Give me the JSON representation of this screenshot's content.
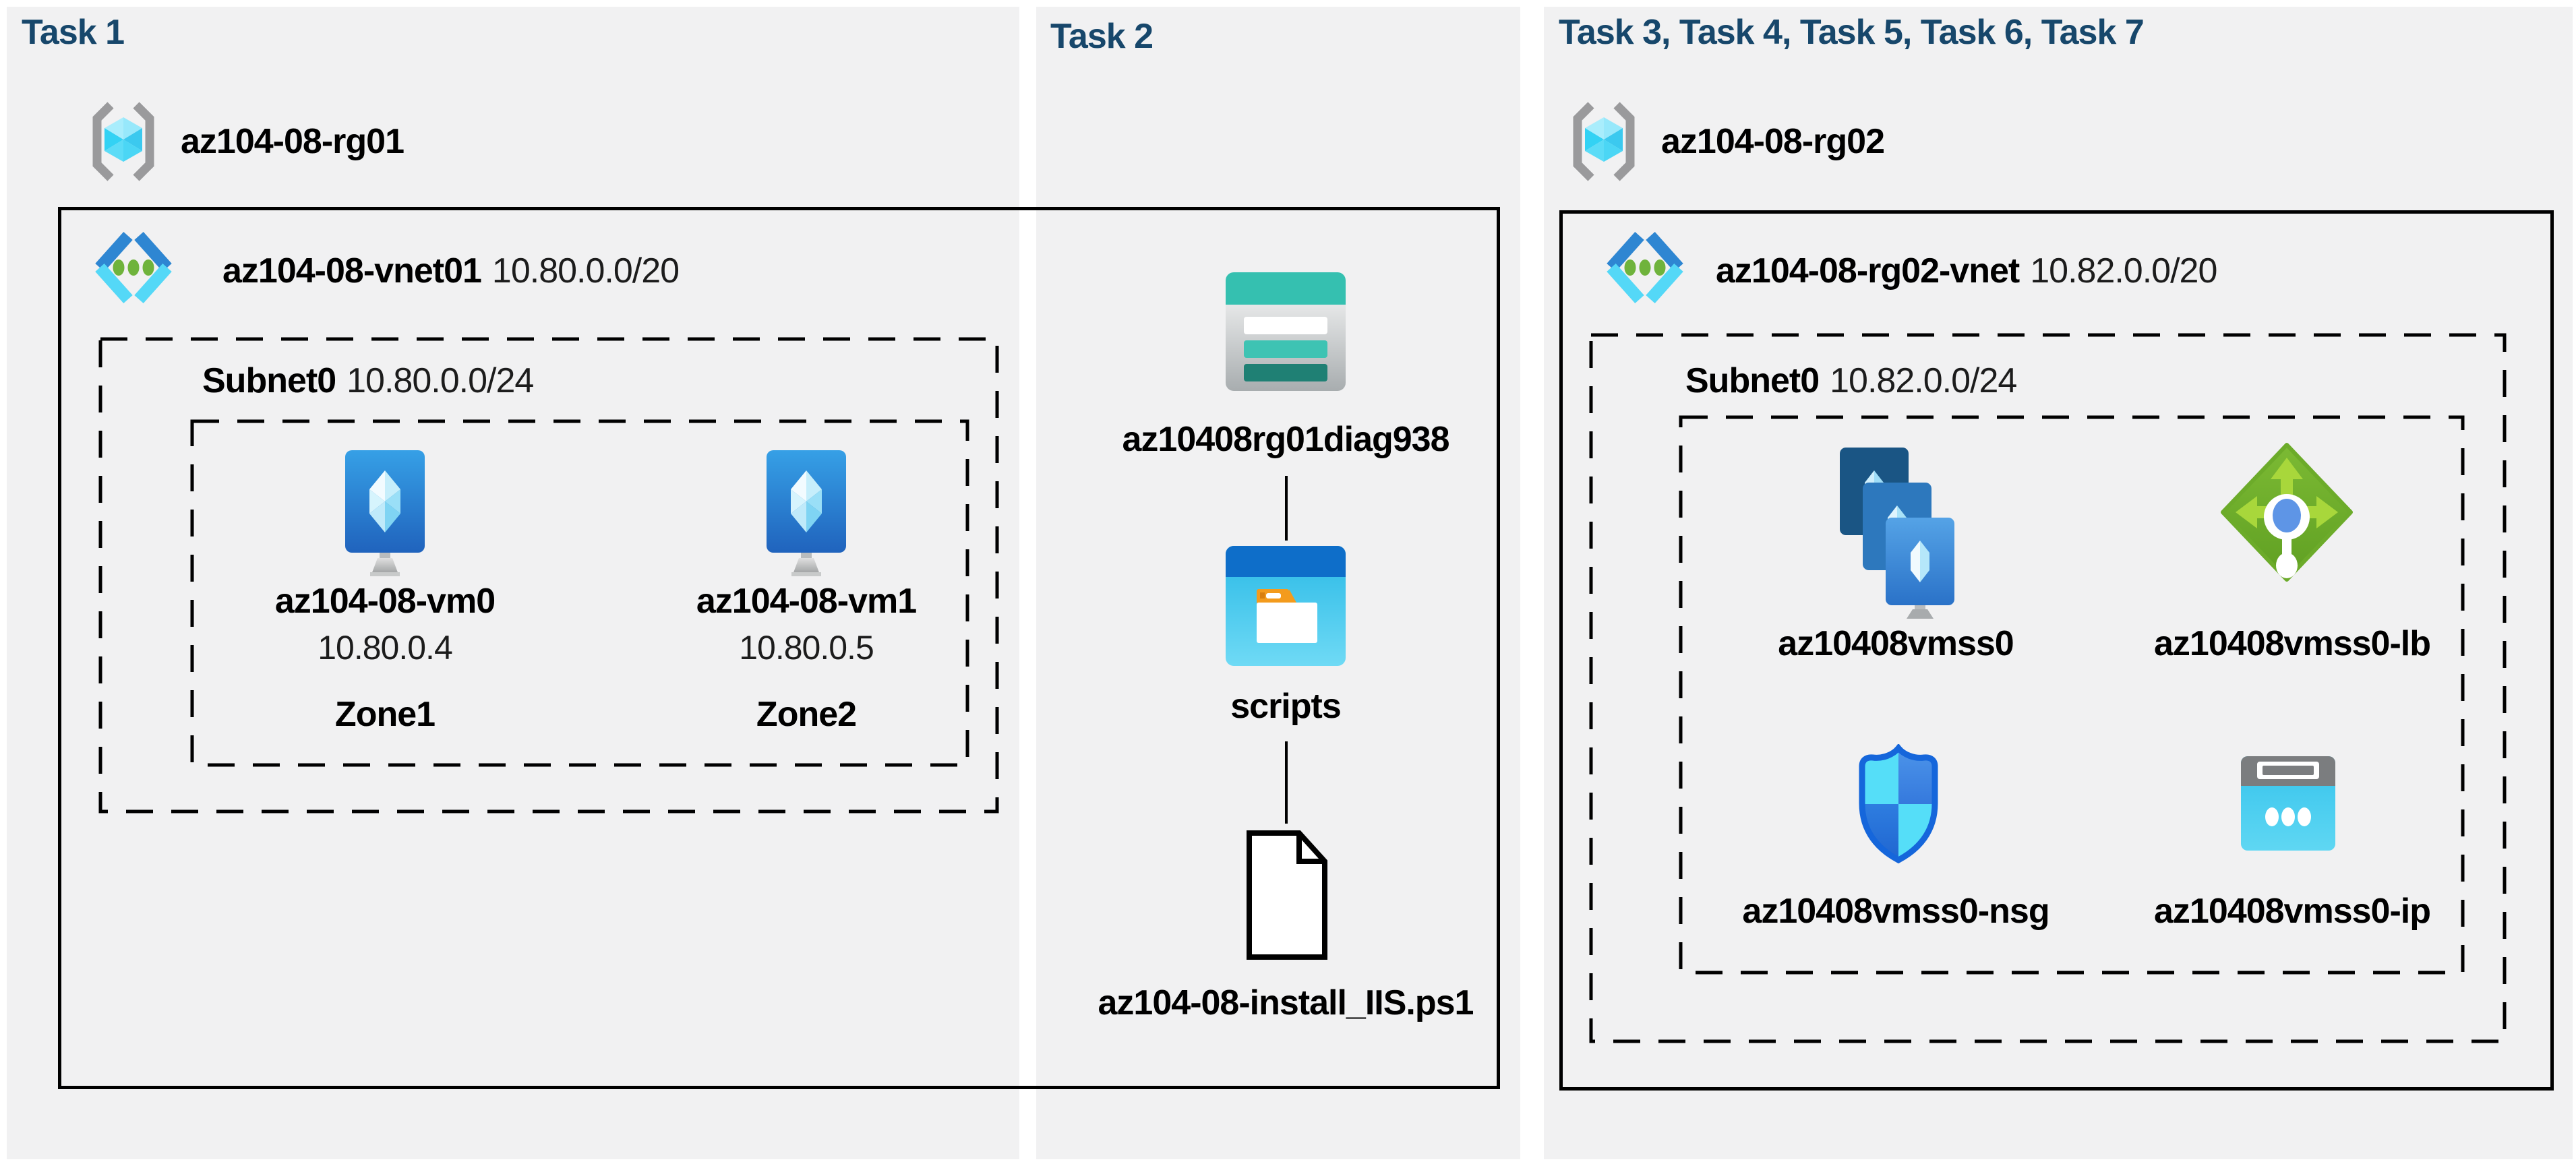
{
  "colors": {
    "title_text": "#17476B",
    "panel_background": "#F1F1F2",
    "box_border": "#000000",
    "label_text": "#000000",
    "vnet_blue": "#2E86D2",
    "vnet_cyan": "#54D8F7",
    "vnet_green_dot": "#6FB33C",
    "vm_blue_top": "#36A0E6",
    "vm_blue_bottom": "#2063BD",
    "storage_teal": "#35C0B0",
    "storage_dark_teal": "#1F8074",
    "scripts_header_blue": "#0E6EC9",
    "scripts_cyan": "#2FC0E9",
    "folder_tab_orange": "#F39B1D",
    "lb_green": "#74B631",
    "lb_arrow_green": "#A8D73B",
    "lb_center_blue": "#5E95E6",
    "nsg_border_blue": "#1566DB",
    "nsg_light_cyan": "#55DEF8",
    "ip_gray": "#7B7D7F",
    "ip_cyan": "#3BC6EC"
  },
  "icons": {
    "resource-group-icon": "gray brackets with cyan cube",
    "virtual-network-icon": "blue chevrons with three green dots",
    "virtual-machine-icon": "blue monitor with crystal on gray stand",
    "storage-account-icon": "teal-banded table with three bars",
    "blob-container-icon": "blue window with white folder and orange tab",
    "powershell-file-icon": "black outline page with folded corner",
    "vmss-icon": "three stacked blue monitors with crystals",
    "load-balancer-icon": "green diamond with arrows and key shape",
    "nsg-icon": "four-quadrant blue shield",
    "public-ip-icon": "cyan block with gray top slot and three dots"
  },
  "task1": {
    "title": "Task 1",
    "resource_group": "az104-08-rg01",
    "vnet": {
      "name": "az104-08-vnet01",
      "cidr": "10.80.0.0/20"
    },
    "subnet": {
      "name": "Subnet0",
      "cidr": "10.80.0.0/24"
    },
    "vms": [
      {
        "name": "az104-08-vm0",
        "ip": "10.80.0.4",
        "zone": "Zone1"
      },
      {
        "name": "az104-08-vm1",
        "ip": "10.80.0.5",
        "zone": "Zone2"
      }
    ]
  },
  "task2": {
    "title": "Task 2",
    "storage_account": "az10408rg01diag938",
    "container": "scripts",
    "script_file": "az104-08-install_IIS.ps1"
  },
  "task3": {
    "title": "Task 3, Task 4, Task 5, Task 6, Task 7",
    "resource_group": "az104-08-rg02",
    "vnet": {
      "name": "az104-08-rg02-vnet",
      "cidr": "10.82.0.0/20"
    },
    "subnet": {
      "name": "Subnet0",
      "cidr": "10.82.0.0/24"
    },
    "vmss": "az10408vmss0",
    "load_balancer": "az10408vmss0-lb",
    "nsg": "az10408vmss0-nsg",
    "public_ip": "az10408vmss0-ip"
  }
}
